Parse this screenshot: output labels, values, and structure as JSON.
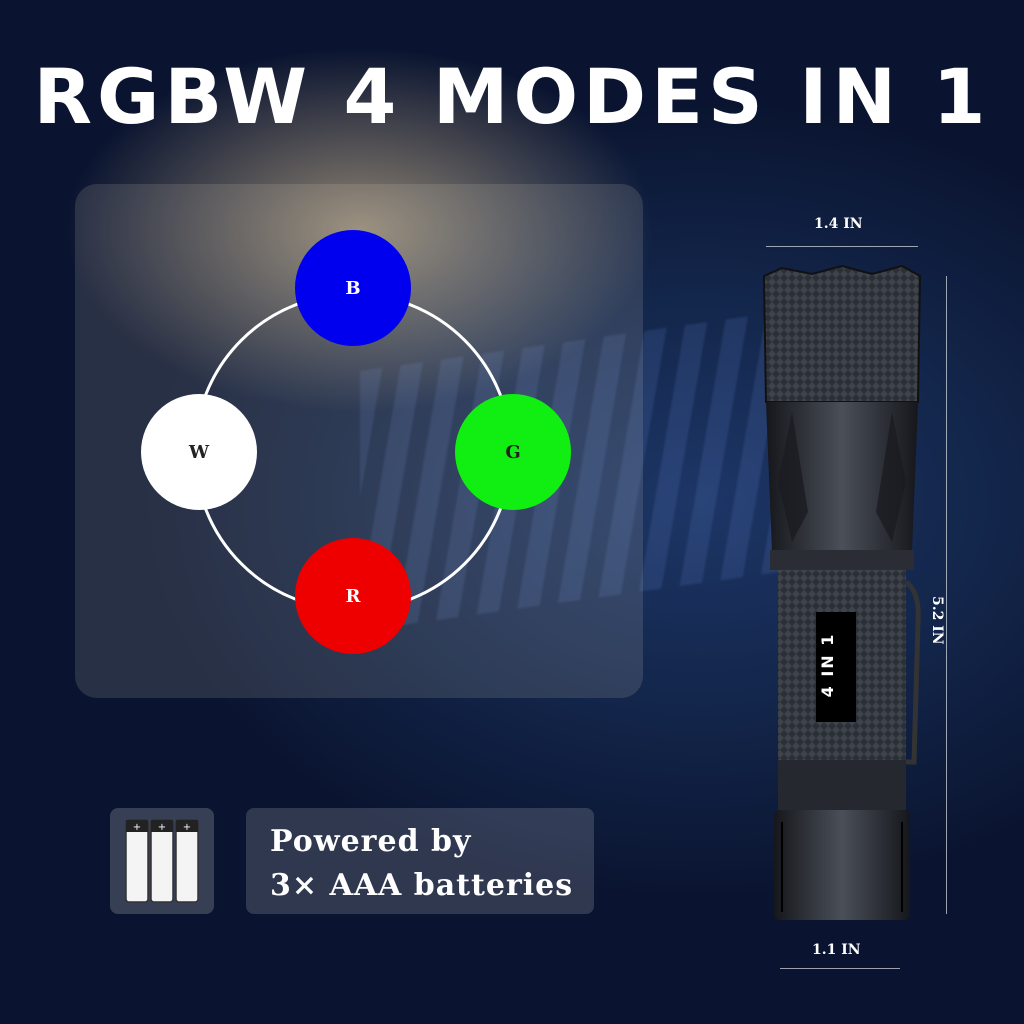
{
  "headline": "RGBW 4 MODES IN 1",
  "modes": {
    "blue": {
      "label": "B",
      "color": "#0000ee"
    },
    "white": {
      "label": "W",
      "color": "#ffffff"
    },
    "green": {
      "label": "G",
      "color": "#11ee11"
    },
    "red": {
      "label": "R",
      "color": "#ee0000"
    }
  },
  "flashlight": {
    "band_label": "4 IN 1",
    "width_top": "1.4 IN",
    "height": "5.2 IN",
    "width_bottom": "1.1 IN"
  },
  "power": {
    "line1": "Powered by",
    "line2": "3× AAA batteries",
    "battery_icon_label": "AAA"
  }
}
